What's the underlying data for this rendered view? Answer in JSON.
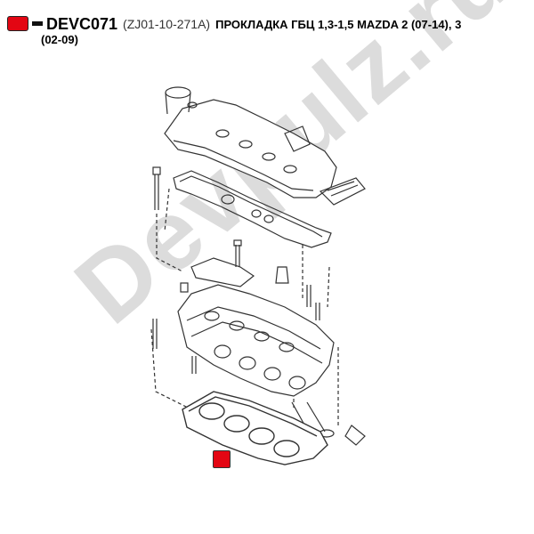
{
  "header": {
    "part_code": "DEVC071",
    "oem_ref": "(ZJ01-10-271A)",
    "description": "ПРОКЛАДКА ГБЦ 1,3-1,5 MAZDA 2 (07-14), 3",
    "description_cont": "(02-09)"
  },
  "watermark": {
    "text": "Devpulz.ru"
  },
  "colors": {
    "marker": "#e30613",
    "watermark": "#dcdcdc",
    "line": "#333333"
  }
}
